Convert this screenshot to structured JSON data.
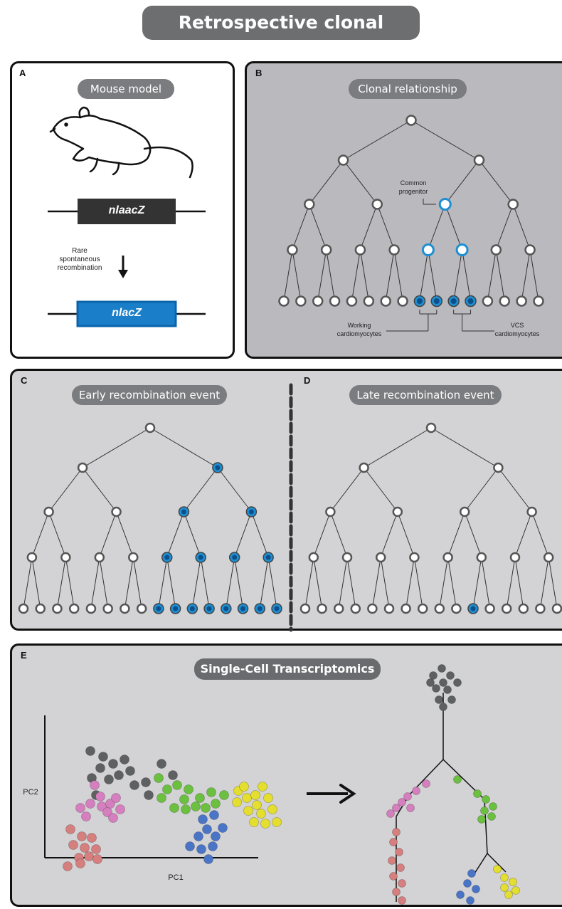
{
  "title": "Retrospective clonal analysis",
  "panels": {
    "a": {
      "label": "A",
      "pill": "Mouse model",
      "gene_before": "nlaacZ",
      "recombination_text": [
        "Rare",
        "spontaneous",
        "recombination"
      ],
      "gene_after": "nlacZ"
    },
    "b": {
      "label": "B",
      "pill": "Clonal relationship",
      "common_progenitor": [
        "Common",
        "progenitor"
      ],
      "working": [
        "Working",
        "cardiomyocytes"
      ],
      "vcs": [
        "VCS",
        "cardiomyocytes"
      ]
    },
    "c": {
      "label": "C",
      "pill": "Early recombination event"
    },
    "d": {
      "label": "D",
      "pill": "Late recombination event"
    },
    "e": {
      "label": "E",
      "pill": "Single-Cell Transcriptomics",
      "x_axis": "PC1",
      "y_axis": "PC2"
    }
  },
  "colors": {
    "labeled": "#1d8fd3",
    "ring": "#1d8fd3",
    "gray": "#5f6062",
    "pink": "#d57fbf",
    "salmon": "#d57f7f",
    "green": "#6cc040",
    "blue": "#4a75c6",
    "yellow": "#e4df2e"
  },
  "icons": [
    "mouse-icon",
    "down-arrow-icon",
    "right-arrow-icon"
  ]
}
